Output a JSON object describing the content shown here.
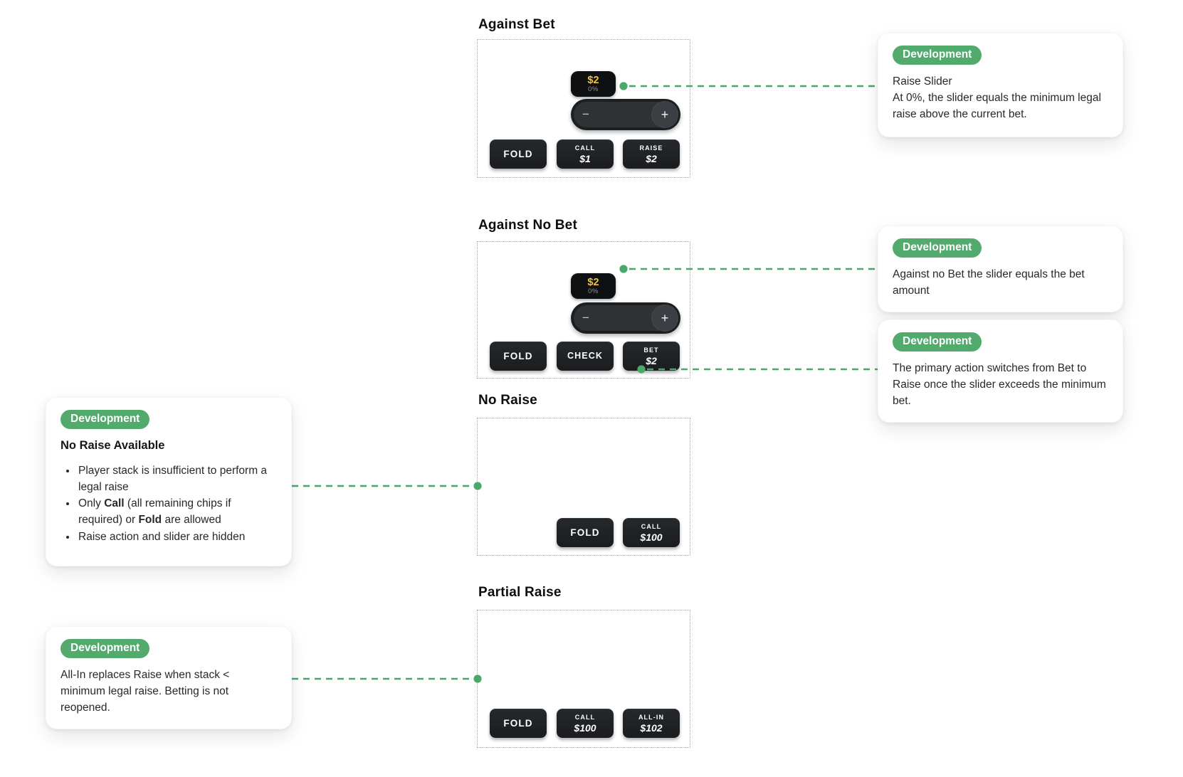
{
  "colors": {
    "accent_green": "#52ab6d",
    "connector_green": "#4ba86b",
    "chip_gold": "#f1c53c",
    "button_dark": "#1e2124"
  },
  "sections": {
    "against_bet": {
      "title": "Against Bet",
      "chip": {
        "amount": "$2",
        "percent": "0%"
      },
      "slider": {
        "minus": "−",
        "plus": "+"
      },
      "buttons": {
        "fold": {
          "label": "FOLD"
        },
        "call": {
          "label": "CALL",
          "amount": "$1"
        },
        "raise": {
          "label": "RAISE",
          "amount": "$2"
        }
      }
    },
    "against_no_bet": {
      "title": "Against No Bet",
      "chip": {
        "amount": "$2",
        "percent": "0%"
      },
      "slider": {
        "minus": "−",
        "plus": "+"
      },
      "buttons": {
        "fold": {
          "label": "FOLD"
        },
        "check": {
          "label": "CHECK"
        },
        "bet": {
          "label": "BET",
          "amount": "$2"
        }
      }
    },
    "no_raise": {
      "title": "No Raise",
      "buttons": {
        "fold": {
          "label": "FOLD"
        },
        "call": {
          "label": "CALL",
          "amount": "$100"
        }
      }
    },
    "partial_raise": {
      "title": "Partial Raise",
      "buttons": {
        "fold": {
          "label": "FOLD"
        },
        "call": {
          "label": "CALL",
          "amount": "$100"
        },
        "allin": {
          "label": "ALL-IN",
          "amount": "$102"
        }
      }
    }
  },
  "annotations": {
    "raise_slider": {
      "badge": "Development",
      "line1": "Raise Slider",
      "line2": "At 0%, the slider equals the minimum legal raise above the current bet."
    },
    "no_bet_slider": {
      "badge": "Development",
      "text": "Against no Bet the slider equals the bet amount"
    },
    "primary_action": {
      "badge": "Development",
      "text": "The primary action switches from Bet to Raise once the slider exceeds the minimum bet."
    },
    "no_raise": {
      "badge": "Development",
      "heading": "No Raise Available",
      "bullet1": "Player stack is insufficient to perform a legal raise",
      "bullet2_part1": "Only ",
      "bullet2_bold1": "Call",
      "bullet2_part2": " (all remaining chips if required) or ",
      "bullet2_bold2": "Fold",
      "bullet2_part3": " are allowed",
      "bullet3": "Raise action and slider are hidden"
    },
    "all_in": {
      "badge": "Development",
      "text": "All-In replaces Raise when stack < minimum legal raise. Betting is not reopened."
    }
  }
}
